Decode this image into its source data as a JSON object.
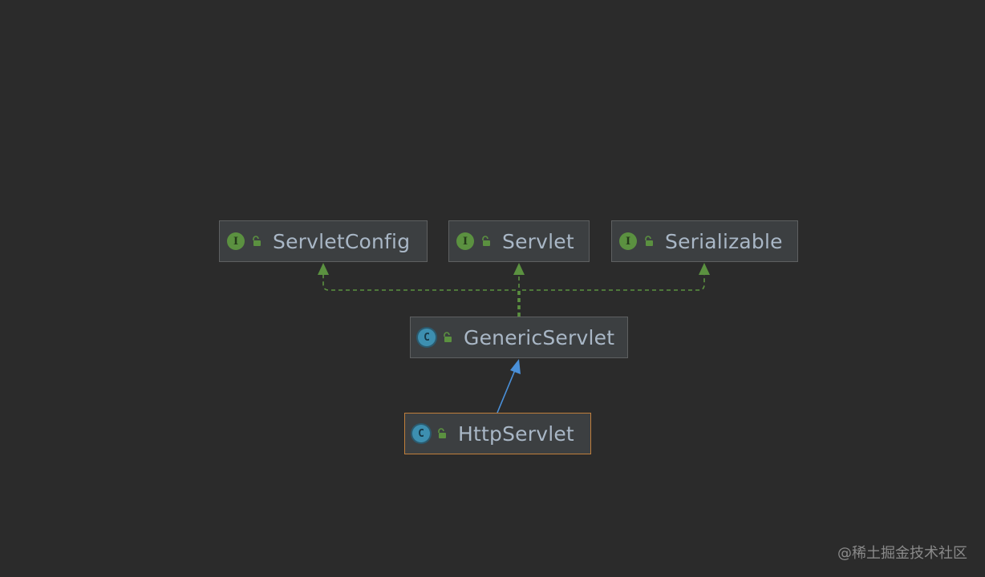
{
  "diagram": {
    "nodes": [
      {
        "id": "servlet-config",
        "kind": "interface",
        "badge_letter": "I",
        "label": "ServletConfig",
        "selected": false
      },
      {
        "id": "servlet",
        "kind": "interface",
        "badge_letter": "I",
        "label": "Servlet",
        "selected": false
      },
      {
        "id": "serializable",
        "kind": "interface",
        "badge_letter": "I",
        "label": "Serializable",
        "selected": false
      },
      {
        "id": "generic-servlet",
        "kind": "class",
        "badge_letter": "C",
        "label": "GenericServlet",
        "selected": false
      },
      {
        "id": "http-servlet",
        "kind": "class",
        "badge_letter": "C",
        "label": "HttpServlet",
        "selected": true
      }
    ],
    "edges": [
      {
        "from": "generic-servlet",
        "to": "servlet-config",
        "type": "implements"
      },
      {
        "from": "generic-servlet",
        "to": "servlet",
        "type": "implements"
      },
      {
        "from": "generic-servlet",
        "to": "serializable",
        "type": "implements"
      },
      {
        "from": "http-servlet",
        "to": "generic-servlet",
        "type": "extends"
      }
    ],
    "colors": {
      "background": "#2b2b2b",
      "node_fill": "#3c3f41",
      "node_border": "#5e6061",
      "selected_border": "#c07f3b",
      "implements_edge": "#5b9140",
      "extends_edge": "#4a90d9",
      "label_text": "#a9b7c6"
    },
    "icons": {
      "interface_badge": "interface-icon",
      "class_badge": "class-icon",
      "visibility": "public-lock-icon"
    }
  },
  "watermark": {
    "text": "@稀土掘金技术社区"
  }
}
